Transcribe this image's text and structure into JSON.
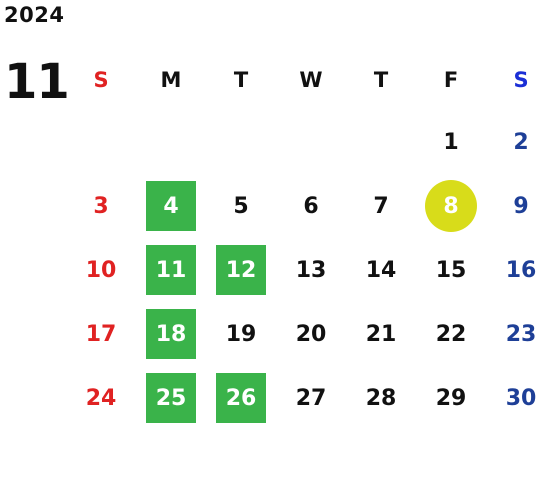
{
  "calendar": {
    "year": "2024",
    "month": "11",
    "weekdays": [
      "S",
      "M",
      "T",
      "W",
      "T",
      "F",
      "S"
    ],
    "weeks": [
      [
        {
          "day": "",
          "highlight": "none"
        },
        {
          "day": "",
          "highlight": "none"
        },
        {
          "day": "",
          "highlight": "none"
        },
        {
          "day": "",
          "highlight": "none"
        },
        {
          "day": "",
          "highlight": "none"
        },
        {
          "day": "1",
          "highlight": "none"
        },
        {
          "day": "2",
          "highlight": "none"
        }
      ],
      [
        {
          "day": "3",
          "highlight": "none"
        },
        {
          "day": "4",
          "highlight": "green-box"
        },
        {
          "day": "5",
          "highlight": "none"
        },
        {
          "day": "6",
          "highlight": "none"
        },
        {
          "day": "7",
          "highlight": "none"
        },
        {
          "day": "8",
          "highlight": "yellow-circle"
        },
        {
          "day": "9",
          "highlight": "none"
        }
      ],
      [
        {
          "day": "10",
          "highlight": "none"
        },
        {
          "day": "11",
          "highlight": "green-box"
        },
        {
          "day": "12",
          "highlight": "green-box"
        },
        {
          "day": "13",
          "highlight": "none"
        },
        {
          "day": "14",
          "highlight": "none"
        },
        {
          "day": "15",
          "highlight": "none"
        },
        {
          "day": "16",
          "highlight": "none"
        }
      ],
      [
        {
          "day": "17",
          "highlight": "none"
        },
        {
          "day": "18",
          "highlight": "green-box"
        },
        {
          "day": "19",
          "highlight": "none"
        },
        {
          "day": "20",
          "highlight": "none"
        },
        {
          "day": "21",
          "highlight": "none"
        },
        {
          "day": "22",
          "highlight": "none"
        },
        {
          "day": "23",
          "highlight": "none"
        }
      ],
      [
        {
          "day": "24",
          "highlight": "none"
        },
        {
          "day": "25",
          "highlight": "green-box"
        },
        {
          "day": "26",
          "highlight": "green-box"
        },
        {
          "day": "27",
          "highlight": "none"
        },
        {
          "day": "28",
          "highlight": "none"
        },
        {
          "day": "29",
          "highlight": "none"
        },
        {
          "day": "30",
          "highlight": "none"
        }
      ]
    ]
  },
  "colors": {
    "sunday": "#e02222",
    "saturday": "#1e3f97",
    "saturday_header": "#1b2fd6",
    "holiday_box": "#3ab34a",
    "today_circle": "#d8dc1a",
    "text": "#111111"
  }
}
